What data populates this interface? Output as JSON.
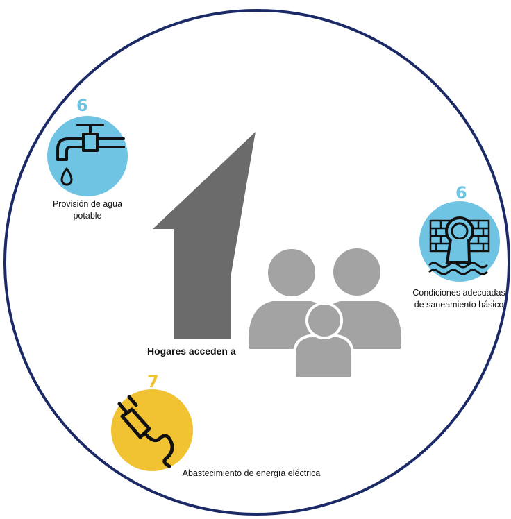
{
  "title": "Hogares acceden a",
  "colors": {
    "ring": "#1b2a66",
    "house": "#6b6b6b",
    "people": "#a3a3a3",
    "water_sdg": "#6fc3e3",
    "energy_sdg": "#f1c232"
  },
  "items": [
    {
      "id": "water",
      "number": "6",
      "label": "Provisión de agua potable",
      "icon": "faucet-icon",
      "color": "#6fc3e3"
    },
    {
      "id": "sanitation",
      "number": "6",
      "label": "Condiciones adecuadas de saneamiento básico",
      "icon": "sewer-pipe-icon",
      "color": "#6fc3e3"
    },
    {
      "id": "energy",
      "number": "7",
      "label": "Abastecimiento de energía eléctrica",
      "icon": "electric-plug-icon",
      "color": "#f1c232"
    }
  ]
}
